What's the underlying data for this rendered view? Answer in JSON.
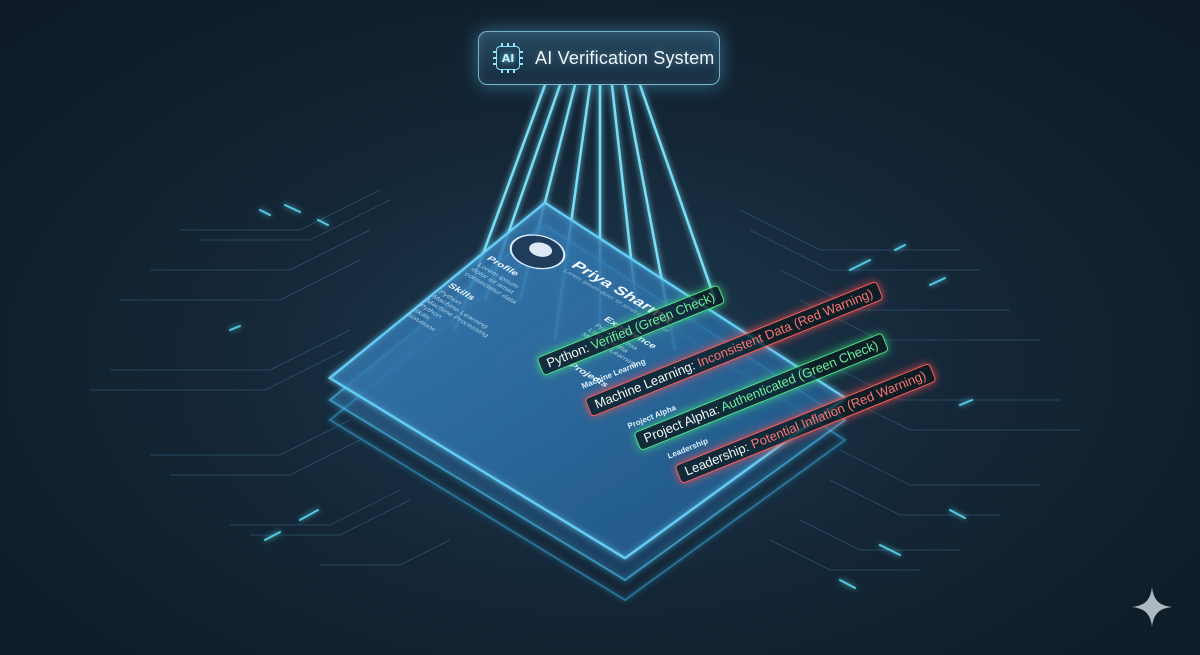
{
  "header": {
    "chip_label": "AI",
    "title": "AI Verification System"
  },
  "resume": {
    "name": "Priya Sharma",
    "subtitle": "Lorem ipsum dolor sit amet consectetur",
    "sections": {
      "profile": "Profile",
      "experience": "Experience",
      "skills": "Skills",
      "projects": "Projects"
    },
    "profile_lines": [
      "Lorem ipsum",
      "dolor sit amet",
      "consectetur data"
    ],
    "experience_lines": [
      "Priya Sharma",
      "Lorem Alpha",
      "Machine Learning"
    ],
    "skills_list": [
      "Python",
      "Machine Learning",
      "Machine Processing",
      "Python",
      "Skills",
      "Solutions"
    ],
    "small_labels": [
      "Machine Learning",
      "Project Alpha",
      "Leadership"
    ]
  },
  "verifications": [
    {
      "key": "Python",
      "sep": ": ",
      "value": "Verified (Green Check)",
      "status": "green"
    },
    {
      "key": "Machine Learning",
      "sep": ": ",
      "value": "Inconsistent Data (Red Warning)",
      "status": "red"
    },
    {
      "key": "Project Alpha",
      "sep": ": ",
      "value": "Authenticated (Green Check)",
      "status": "green"
    },
    {
      "key": "Leadership",
      "sep": ": ",
      "value": "Potential Inflation (Red Warning)",
      "status": "red"
    }
  ],
  "colors": {
    "background": "#142636",
    "glow_cyan": "#5fe6ff",
    "verified_green": "#4fe38a",
    "warning_red": "#ff5d5d"
  },
  "icons": [
    "ai-chip-icon",
    "avatar-icon",
    "sparkle-icon"
  ]
}
